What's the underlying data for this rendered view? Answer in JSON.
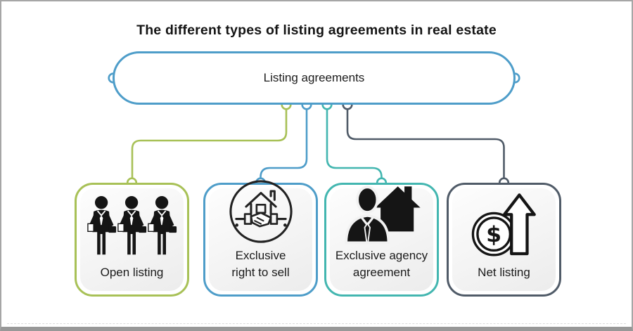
{
  "title": "The different types of listing agreements in real estate",
  "root": {
    "label": "Listing agreements",
    "color": "#4e9dc9"
  },
  "branches": [
    {
      "label": "Open listing",
      "color": "#a8c157",
      "icon": "three-businessmen-icon"
    },
    {
      "label": "Exclusive right to sell",
      "color": "#4e9dc9",
      "icon": "house-handshake-icon"
    },
    {
      "label": "Exclusive agency agreement",
      "color": "#43b6b0",
      "icon": "agent-with-house-icon"
    },
    {
      "label": "Net listing",
      "color": "#505b68",
      "icon": "dollar-rise-icon"
    }
  ],
  "icons": {
    "dollar_symbol": "$",
    "icon_ink": "#1b1b1b"
  },
  "frame": {
    "background": "#ffffff",
    "border_color": "#a6a6a6"
  }
}
